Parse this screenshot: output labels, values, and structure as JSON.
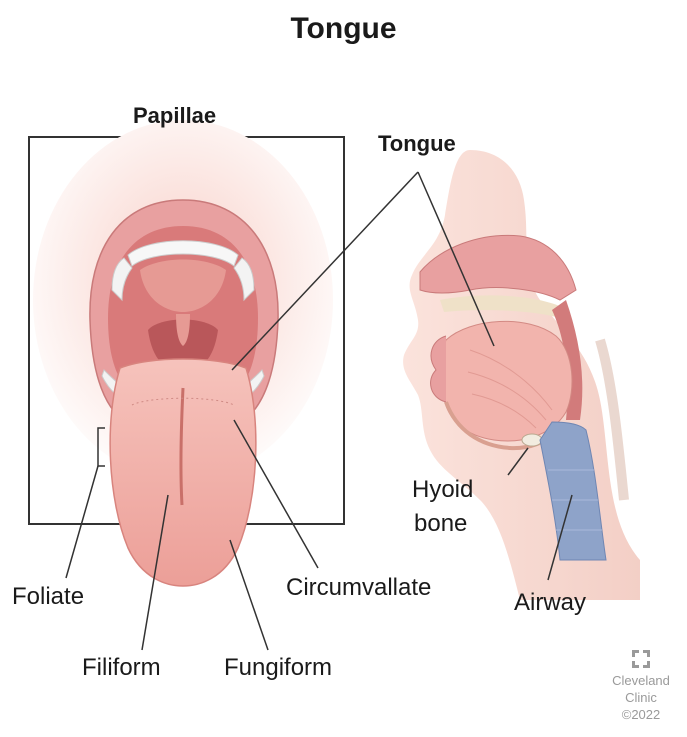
{
  "title": "Tongue",
  "front_view": {
    "label": "Papillae"
  },
  "side_view": {
    "label": "Tongue"
  },
  "labels": {
    "foliate": "Foliate",
    "filiform": "Filiform",
    "fungiform": "Fungiform",
    "circumvallate": "Circumvallate",
    "hyoid_line1": "Hyoid",
    "hyoid_line2": "bone",
    "airway": "Airway"
  },
  "brand": {
    "line1": "Cleveland",
    "line2": "Clinic",
    "line3": "©2022"
  },
  "colors": {
    "lip": "#e8a0a0",
    "mouth": "#d97a7a",
    "tongue": "#f1b3ad",
    "teeth": "#f7f7f7",
    "airway": "#8ea3c9",
    "skin": "#f6d3cc",
    "outline": "#333333"
  }
}
